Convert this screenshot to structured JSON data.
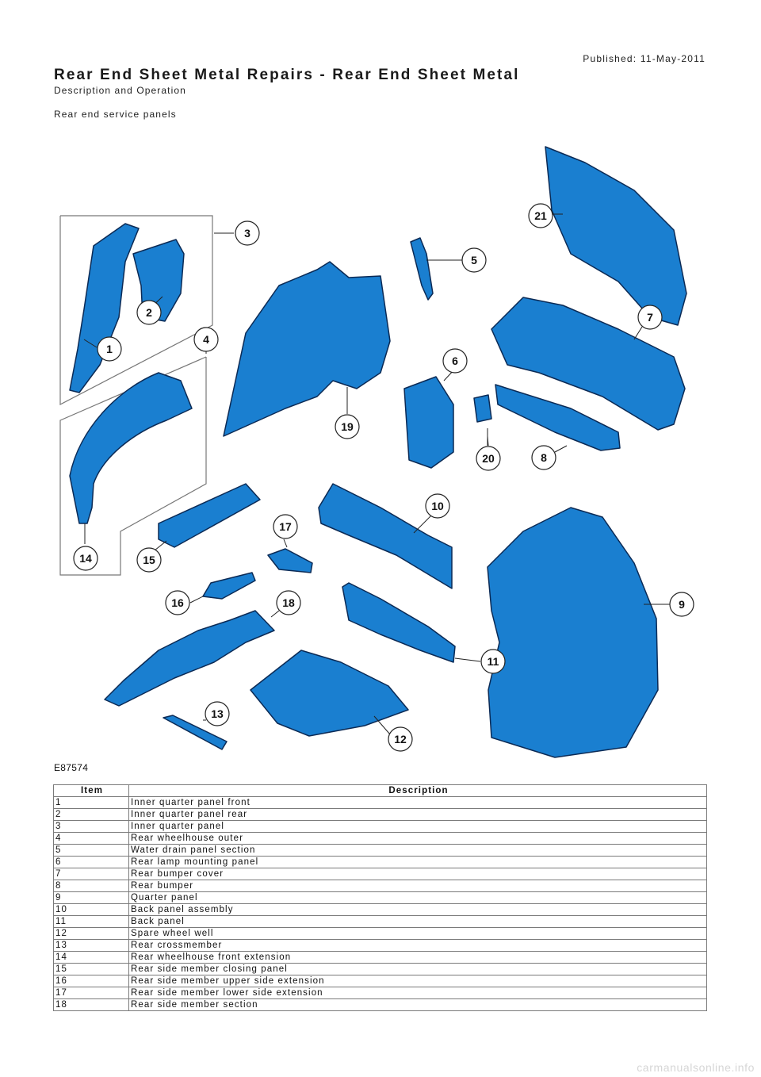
{
  "header": {
    "published": "Published: 11-May-2011",
    "title": "Rear End Sheet Metal Repairs - Rear End Sheet Metal",
    "subtitle": "Description and Operation",
    "section": "Rear end service panels"
  },
  "figure": {
    "id": "E87574",
    "part_color": "#1a7fd0",
    "outline_color": "#0b2a55",
    "callouts": [
      "1",
      "2",
      "3",
      "4",
      "5",
      "6",
      "7",
      "8",
      "9",
      "10",
      "11",
      "12",
      "13",
      "14",
      "15",
      "16",
      "17",
      "18",
      "19",
      "20",
      "21"
    ]
  },
  "table": {
    "headers": {
      "item": "Item",
      "description": "Description"
    },
    "rows": [
      {
        "item": "1",
        "description": "Inner quarter panel front"
      },
      {
        "item": "2",
        "description": "Inner quarter panel rear"
      },
      {
        "item": "3",
        "description": "Inner quarter panel"
      },
      {
        "item": "4",
        "description": "Rear wheelhouse outer"
      },
      {
        "item": "5",
        "description": "Water drain panel section"
      },
      {
        "item": "6",
        "description": "Rear lamp mounting panel"
      },
      {
        "item": "7",
        "description": "Rear bumper cover"
      },
      {
        "item": "8",
        "description": "Rear bumper"
      },
      {
        "item": "9",
        "description": "Quarter panel"
      },
      {
        "item": "10",
        "description": "Back panel assembly"
      },
      {
        "item": "11",
        "description": "Back panel"
      },
      {
        "item": "12",
        "description": "Spare wheel well"
      },
      {
        "item": "13",
        "description": "Rear crossmember"
      },
      {
        "item": "14",
        "description": "Rear wheelhouse front extension"
      },
      {
        "item": "15",
        "description": "Rear side member closing panel"
      },
      {
        "item": "16",
        "description": "Rear side member upper side extension"
      },
      {
        "item": "17",
        "description": "Rear side member lower side extension"
      },
      {
        "item": "18",
        "description": "Rear side member section"
      }
    ]
  },
  "footer": {
    "watermark": "carmanualsonline.info"
  }
}
